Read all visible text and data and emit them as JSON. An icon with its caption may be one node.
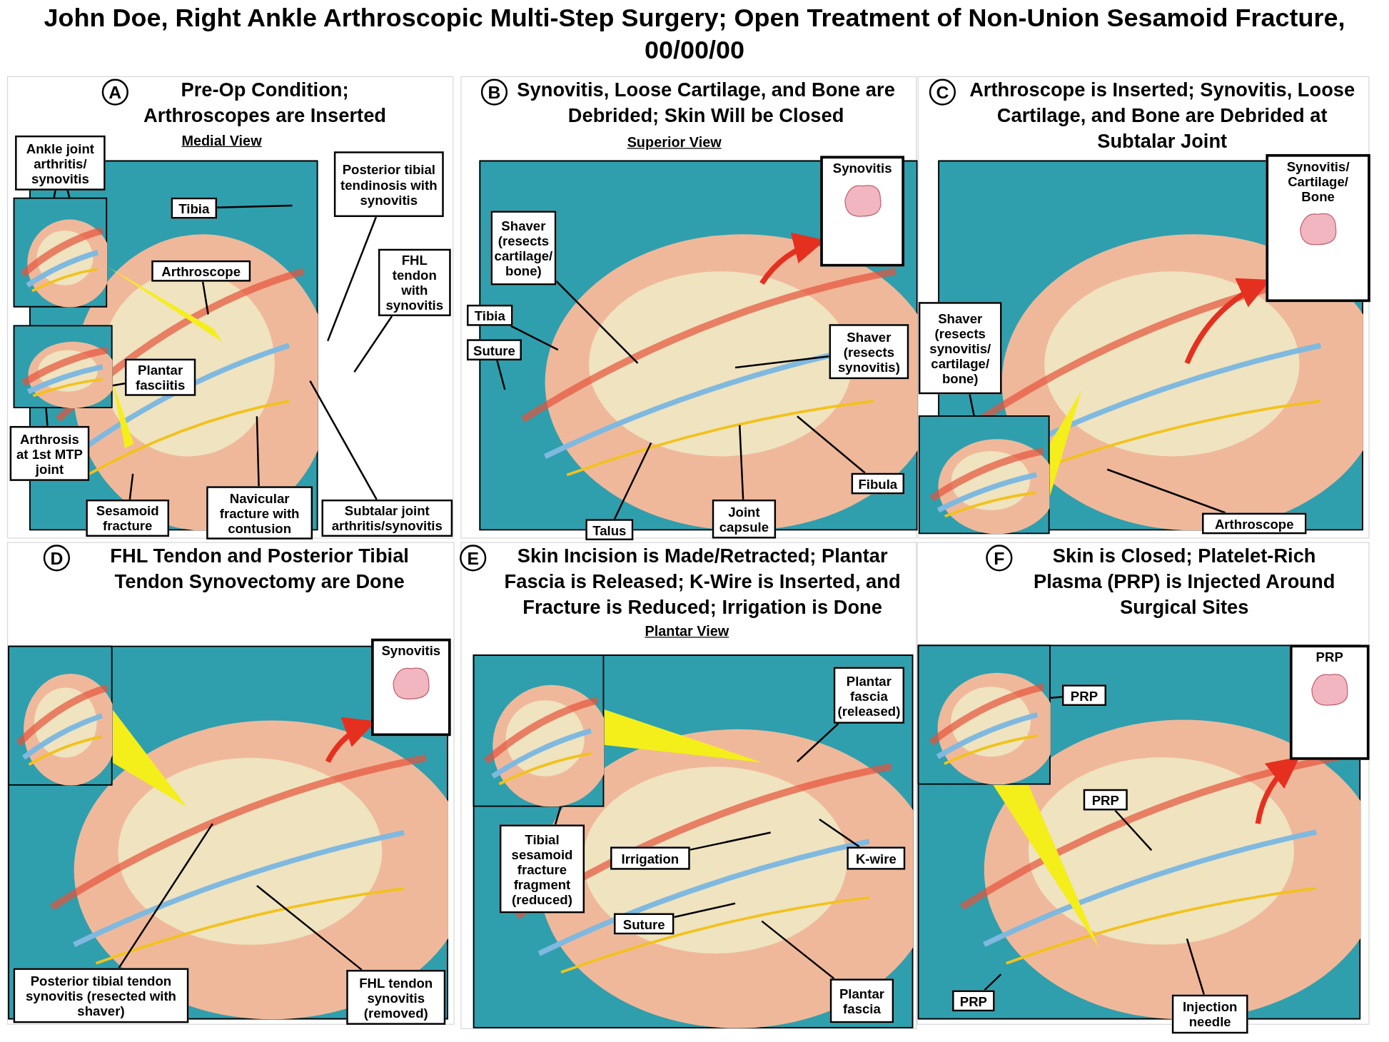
{
  "diagram": {
    "title": "John Doe, Right Ankle Arthroscopic Multi-Step Surgery; Open Treatment of Non-Union Sesamoid Fracture, 00/00/00",
    "nodes": [
      {
        "text": [
          "Pre-Op Condition; Arthroscopes are Inserted"
        ]
      },
      {
        "text": [
          "A"
        ],
        "in": 0
      },
      {
        "text": [
          "Ankle joint arthritis/ synovitis"
        ],
        "in": 0
      },
      {
        "text": [
          "Posterior tibial tendinosis with synovitis"
        ],
        "in": 0
      },
      {
        "text": [
          "Tibia"
        ],
        "in": 0
      },
      {
        "text": [
          "Arthroscope"
        ],
        "in": 0
      },
      {
        "text": [
          "FHL tendon with synovitis"
        ],
        "in": 0
      },
      {
        "text": [
          "Plantar fasciitis"
        ],
        "in": 0
      },
      {
        "text": [
          "Arthrosis at 1st MTP joint"
        ],
        "in": 0
      },
      {
        "text": [
          "Sesamoid fracture"
        ],
        "in": 0
      },
      {
        "text": [
          "Navicular fracture with contusion"
        ],
        "in": 0
      },
      {
        "text": [
          "Subtalar joint arthritis/synovitis"
        ],
        "in": 0
      },
      {
        "text": [
          "Synovitis, Loose Cartilage, and Bone are Debrided; Skin Will be Closed"
        ]
      },
      {
        "text": [
          "B"
        ],
        "in": 12
      },
      {
        "text": [
          "Synovitis"
        ],
        "in": 12
      },
      {
        "text": [
          "Shaver (resects cartilage/ bone)"
        ],
        "in": 12
      },
      {
        "text": [
          "Tibia"
        ],
        "in": 12
      },
      {
        "text": [
          "Suture"
        ],
        "in": 12
      },
      {
        "text": [
          "Shaver (resects synovitis)"
        ],
        "in": 12
      },
      {
        "text": [
          "Fibula"
        ],
        "in": 12
      },
      {
        "text": [
          "Talus"
        ],
        "in": 12
      },
      {
        "text": [
          "Joint capsule"
        ],
        "in": 12
      },
      {
        "text": [
          "Arthroscope is Inserted; Synovitis, Loose Cartilage, and Bone are Debrided at Subtalar Joint"
        ]
      },
      {
        "text": [
          "C"
        ],
        "in": 22
      },
      {
        "text": [
          "Synovitis/ Cartilage/ Bone"
        ],
        "in": 22
      },
      {
        "text": [
          "Shaver (resects synovitis/ cartilage/ bone)"
        ],
        "in": 22
      },
      {
        "text": [
          "Arthroscope"
        ],
        "in": 22
      },
      {
        "text": [
          "FHL Tendon and Posterior Tibial Tendon Synovectomy are Done"
        ]
      },
      {
        "text": [
          "D"
        ],
        "in": 27
      },
      {
        "text": [
          "Synovitis"
        ],
        "in": 27
      },
      {
        "text": [
          "Posterior tibial tendon synovitis (resected with shaver)"
        ],
        "in": 27
      },
      {
        "text": [
          "FHL tendon synovitis (removed)"
        ],
        "in": 27
      },
      {
        "text": [
          "Skin Incision is Made/Retracted; Plantar Fascia is Released; K-Wire is Inserted, and Fracture is Reduced; Irrigation is Done"
        ]
      },
      {
        "text": [
          "E"
        ],
        "in": 32
      },
      {
        "text": [
          "Plantar fascia (released)"
        ],
        "in": 32
      },
      {
        "text": [
          "Tibial sesamoid fracture fragment (reduced)"
        ],
        "in": 32
      },
      {
        "text": [
          "Irrigation"
        ],
        "in": 32
      },
      {
        "text": [
          "K-wire"
        ],
        "in": 32
      },
      {
        "text": [
          "Suture"
        ],
        "in": 32
      },
      {
        "text": [
          "Plantar fascia"
        ],
        "in": 32
      },
      {
        "text": [
          "Skin is Closed; Platelet-Rich Plasma (PRP) is Injected Around Surgical Sites"
        ]
      },
      {
        "text": [
          "F"
        ],
        "in": 40
      },
      {
        "text": [
          "PRP"
        ],
        "in": 40
      },
      {
        "text": [
          "PRP"
        ],
        "in": 40
      },
      {
        "text": [
          "PRP"
        ],
        "in": 40
      },
      {
        "text": [
          "PRP"
        ],
        "in": 40
      },
      {
        "text": [
          "Injection needle"
        ],
        "in": 40
      }
    ],
    "edges": [
      {
        "from": 2,
        "to": null,
        "arrow": "none"
      },
      {
        "from": 2,
        "to": null,
        "arrow": "none"
      },
      {
        "from": 3,
        "to": null,
        "arrow": "none"
      },
      {
        "from": 4,
        "to": null,
        "arrow": "none"
      },
      {
        "from": 5,
        "to": null,
        "arrow": "none"
      },
      {
        "from": 6,
        "to": null,
        "arrow": "none"
      },
      {
        "from": 7,
        "to": null,
        "arrow": "none"
      },
      {
        "from": 8,
        "to": null,
        "arrow": "none"
      },
      {
        "from": 9,
        "to": null,
        "arrow": "none"
      },
      {
        "from": 10,
        "to": null,
        "arrow": "none"
      },
      {
        "from": 11,
        "to": null,
        "arrow": "none"
      },
      {
        "from": null,
        "to": 14,
        "arrow": "to",
        "style": "thick",
        "color": "#e53020"
      },
      {
        "from": 15,
        "to": null,
        "arrow": "none"
      },
      {
        "from": 16,
        "to": null,
        "arrow": "none"
      },
      {
        "from": 17,
        "to": null,
        "arrow": "none"
      },
      {
        "from": 18,
        "to": null,
        "arrow": "none"
      },
      {
        "from": 19,
        "to": null,
        "arrow": "none"
      },
      {
        "from": 20,
        "to": null,
        "arrow": "none"
      },
      {
        "from": 21,
        "to": null,
        "arrow": "none"
      },
      {
        "from": null,
        "to": 24,
        "arrow": "to",
        "style": "thick",
        "color": "#e53020"
      },
      {
        "from": 25,
        "to": null,
        "arrow": "none"
      },
      {
        "from": 26,
        "to": null,
        "arrow": "none"
      },
      {
        "from": null,
        "to": 29,
        "arrow": "to",
        "style": "thick",
        "color": "#e53020"
      },
      {
        "from": 30,
        "to": null,
        "arrow": "none"
      },
      {
        "from": 31,
        "to": null,
        "arrow": "none"
      },
      {
        "from": 34,
        "to": null,
        "arrow": "none"
      },
      {
        "from": 35,
        "to": null,
        "arrow": "none"
      },
      {
        "from": 36,
        "to": null,
        "arrow": "none"
      },
      {
        "from": 37,
        "to": null,
        "arrow": "none"
      },
      {
        "from": 38,
        "to": null,
        "arrow": "none"
      },
      {
        "from": 39,
        "to": null,
        "arrow": "none"
      },
      {
        "from": null,
        "to": 42,
        "arrow": "to",
        "style": "thick",
        "color": "#e53020"
      },
      {
        "from": 43,
        "to": null,
        "arrow": "none"
      },
      {
        "from": 44,
        "to": null,
        "arrow": "none"
      },
      {
        "from": 45,
        "to": null,
        "arrow": "none"
      },
      {
        "from": 46,
        "to": null,
        "arrow": "none"
      }
    ],
    "labels": [
      "Medial View",
      "Superior View",
      "Plantar View"
    ]
  }
}
